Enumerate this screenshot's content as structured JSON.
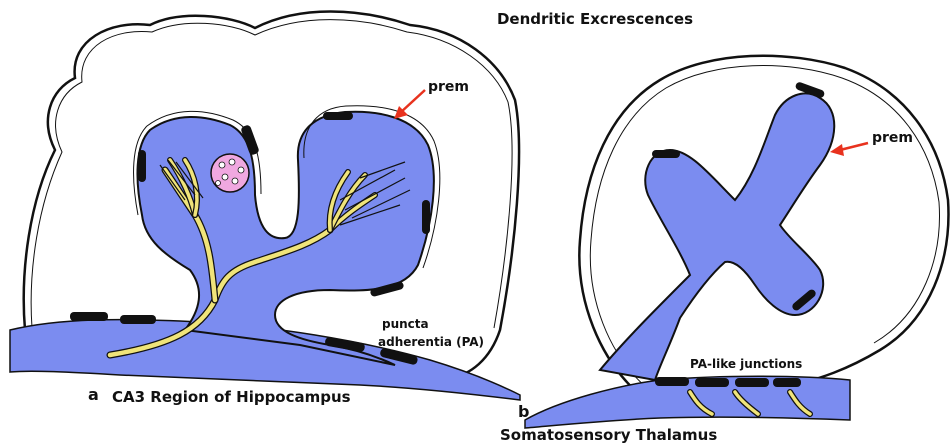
{
  "title": "Dendritic Excrescences",
  "panel_a": {
    "letter": "a",
    "caption": "CA3 Region of Hippocampus",
    "prem_label": "prem",
    "pa_label_line1": "puncta",
    "pa_label_line2": "adherentia (PA)"
  },
  "panel_b": {
    "letter": "b",
    "caption": "Somatosensory Thalamus",
    "prem_label": "prem",
    "pa_label": "PA-like junctions"
  },
  "colors": {
    "dendrite_blue": "#7b8cf0",
    "axon_yellow": "#f0e47a",
    "vesicle_pink": "#f0a8e0",
    "arrow_red": "#e8321e",
    "density_black": "#111111"
  }
}
